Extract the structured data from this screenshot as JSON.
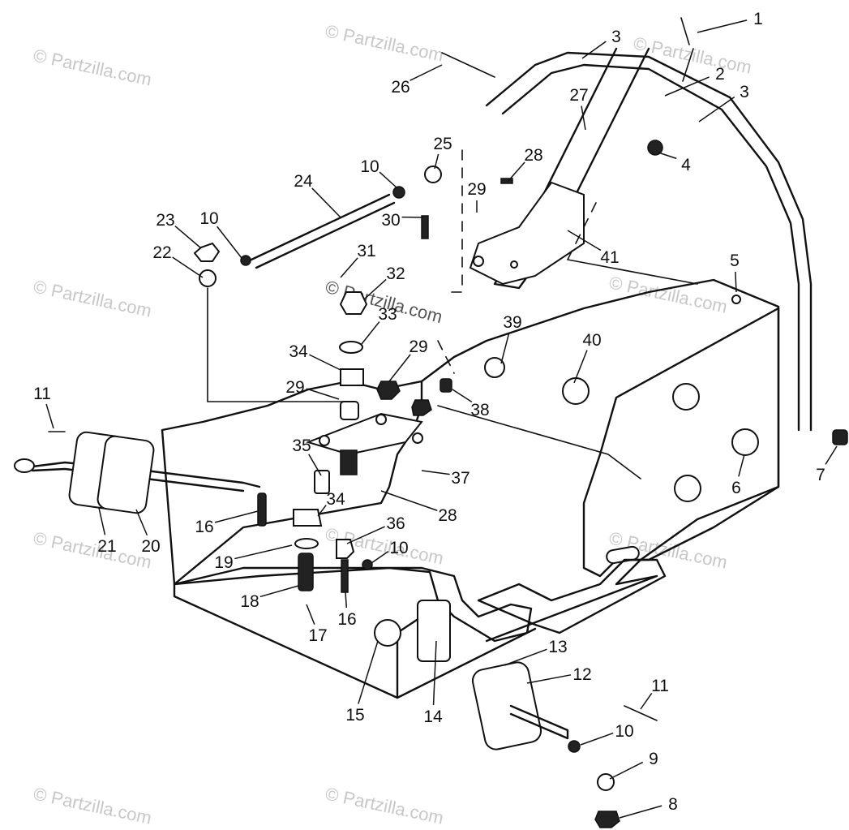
{
  "watermark": "© Partzilla.com",
  "callouts": [
    {
      "id": "1",
      "label": "1"
    },
    {
      "id": "2",
      "label": "2"
    },
    {
      "id": "3a",
      "label": "3"
    },
    {
      "id": "3b",
      "label": "3"
    },
    {
      "id": "4",
      "label": "4"
    },
    {
      "id": "5",
      "label": "5"
    },
    {
      "id": "6",
      "label": "6"
    },
    {
      "id": "7",
      "label": "7"
    },
    {
      "id": "8",
      "label": "8"
    },
    {
      "id": "9",
      "label": "9"
    },
    {
      "id": "10a",
      "label": "10"
    },
    {
      "id": "10b",
      "label": "10"
    },
    {
      "id": "10c",
      "label": "10"
    },
    {
      "id": "10d",
      "label": "10"
    },
    {
      "id": "11a",
      "label": "11"
    },
    {
      "id": "11b",
      "label": "11"
    },
    {
      "id": "12",
      "label": "12"
    },
    {
      "id": "13",
      "label": "13"
    },
    {
      "id": "14",
      "label": "14"
    },
    {
      "id": "15",
      "label": "15"
    },
    {
      "id": "16a",
      "label": "16"
    },
    {
      "id": "16b",
      "label": "16"
    },
    {
      "id": "17",
      "label": "17"
    },
    {
      "id": "18",
      "label": "18"
    },
    {
      "id": "19",
      "label": "19"
    },
    {
      "id": "20",
      "label": "20"
    },
    {
      "id": "21",
      "label": "21"
    },
    {
      "id": "22",
      "label": "22"
    },
    {
      "id": "23",
      "label": "23"
    },
    {
      "id": "24",
      "label": "24"
    },
    {
      "id": "25",
      "label": "25"
    },
    {
      "id": "26",
      "label": "26"
    },
    {
      "id": "27",
      "label": "27"
    },
    {
      "id": "28a",
      "label": "28"
    },
    {
      "id": "28b",
      "label": "28"
    },
    {
      "id": "29a",
      "label": "29"
    },
    {
      "id": "29b",
      "label": "29"
    },
    {
      "id": "29c",
      "label": "29"
    },
    {
      "id": "30",
      "label": "30"
    },
    {
      "id": "31",
      "label": "31"
    },
    {
      "id": "32",
      "label": "32"
    },
    {
      "id": "33",
      "label": "33"
    },
    {
      "id": "34a",
      "label": "34"
    },
    {
      "id": "34b",
      "label": "34"
    },
    {
      "id": "35",
      "label": "35"
    },
    {
      "id": "36",
      "label": "36"
    },
    {
      "id": "37",
      "label": "37"
    },
    {
      "id": "38",
      "label": "38"
    },
    {
      "id": "39",
      "label": "39"
    },
    {
      "id": "40",
      "label": "40"
    },
    {
      "id": "41",
      "label": "41"
    }
  ]
}
